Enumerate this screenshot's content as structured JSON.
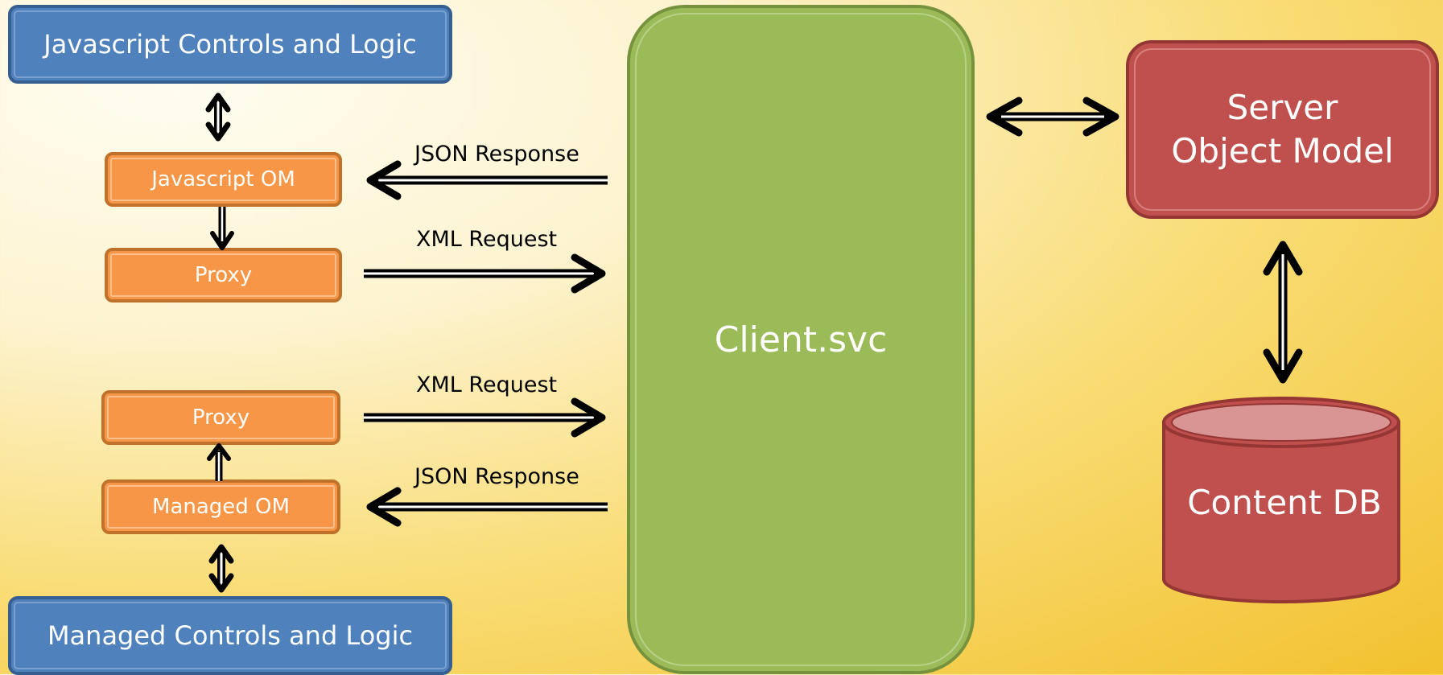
{
  "left_top": {
    "controls": "Javascript Controls and Logic",
    "om": "Javascript OM",
    "proxy": "Proxy",
    "response_label": "JSON Response",
    "request_label": "XML Request"
  },
  "left_bottom": {
    "controls": "Managed Controls and Logic",
    "om": "Managed OM",
    "proxy": "Proxy",
    "response_label": "JSON Response",
    "request_label": "XML Request"
  },
  "center": {
    "service": "Client.svc"
  },
  "right": {
    "server_om": "Server\nObject Model",
    "content_db": "Content DB"
  },
  "colors": {
    "controls_fill": "#4f81bd",
    "om_proxy_fill": "#f79646",
    "service_fill": "#9bbb59",
    "server_fill": "#c0504d",
    "arrow": "#000000"
  }
}
